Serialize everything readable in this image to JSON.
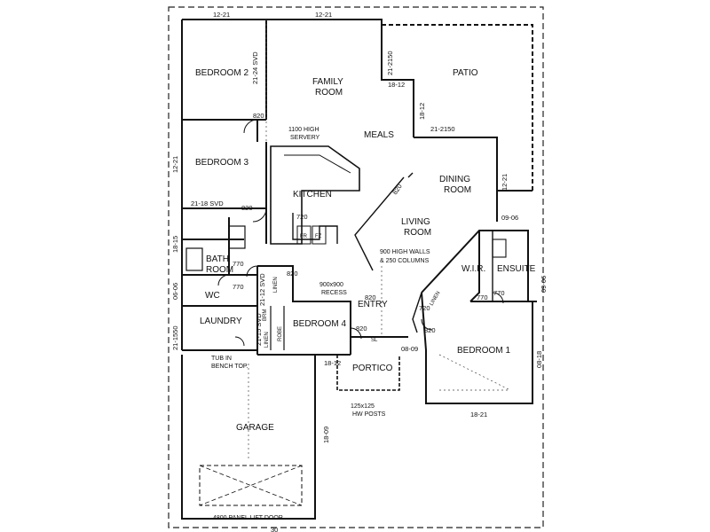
{
  "rooms": {
    "bedroom2": "BEDROOM 2",
    "family_room_1": "FAMILY",
    "family_room_2": "ROOM",
    "patio": "PATIO",
    "meals": "MEALS",
    "bedroom3": "BEDROOM 3",
    "kitchen": "KITCHEN",
    "dining_1": "DINING",
    "dining_2": "ROOM",
    "living_1": "LIVING",
    "living_2": "ROOM",
    "bath_1": "BATH",
    "bath_2": "ROOM",
    "wir": "W.I.R.",
    "ensuite": "ENSUITE",
    "wc": "WC",
    "laundry": "LAUNDRY",
    "bedroom4": "BEDROOM 4",
    "entry": "ENTRY",
    "bedroom1": "BEDROOM 1",
    "portico": "PORTICO",
    "garage": "GARAGE"
  },
  "notes": {
    "servery_1": "1100 HIGH",
    "servery_2": "SERVERY",
    "walls_1": "900 HIGH WALLS",
    "walls_2": "& 250 COLUMNS",
    "recess_1": "900x900",
    "recess_2": "RECESS",
    "tub_1": "TUB IN",
    "tub_2": "BENCH TOP.",
    "posts_1": "125x125",
    "posts_2": "HW POSTS",
    "lift_door": "4800 PANEL LIFT DOOR",
    "fr": "FR",
    "fz": "FZ",
    "linen_1": "LINEN",
    "linen_2": "LINEN",
    "linen_3": "LINEN",
    "robe": "ROBE",
    "brm": "BRM",
    "sl": "SL"
  },
  "dimensions": {
    "top_left": "12-21",
    "top_mid": "12-21",
    "bed2_svd": "21-24 SVD",
    "patio_2150": "21-2150",
    "patio_1812": "18-12",
    "patio_1812b": "18-12",
    "d820_a": "820",
    "bed3_side": "12-21",
    "dining_2150": "21-2150",
    "dining_side": "12-21",
    "ensuite_0906": "09-06",
    "ensuite_side": "09-06",
    "bed3_svd": "21-18 SVD",
    "d820_b": "820",
    "d720_kit": "720",
    "d820_living": "820",
    "bath_side": "18-15",
    "d770_bath": "770",
    "d770_wc": "770",
    "wc_side": "06-06",
    "d820_c": "820",
    "bed4_svd1": "21-12 SVD",
    "bed4_svd2": "21-15 SVD",
    "laundry_side": "21-1550",
    "d820_d": "820",
    "d770_ens1": "770",
    "d770_ens2": "770",
    "d720_lin": "720",
    "d820_e": "820",
    "d820_f": "820",
    "portico_1812": "18-12",
    "portico_0809": "08-09",
    "bed1_side": "08-18",
    "bed1_bottom": "18-21",
    "garage_side": "18-09",
    "bottom_30": "30"
  }
}
